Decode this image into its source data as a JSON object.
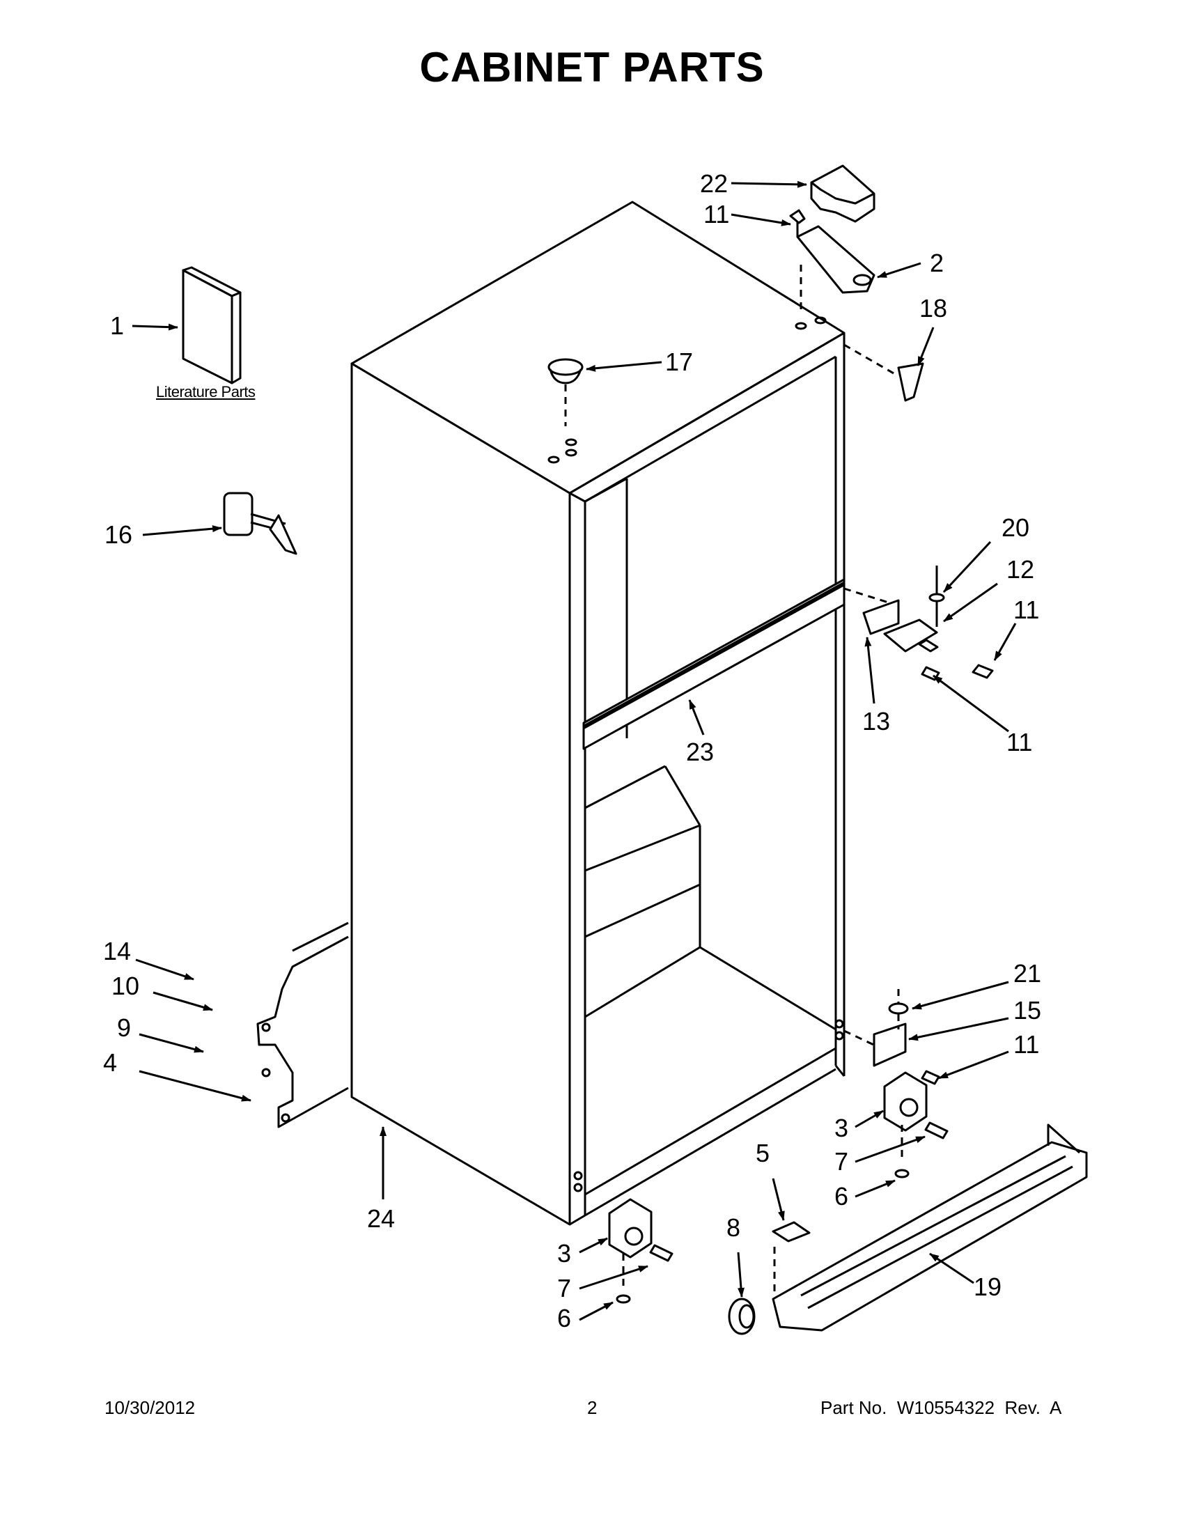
{
  "title": "CABINET PARTS",
  "literature_label": "Literature Parts",
  "footer": {
    "date": "10/30/2012",
    "page_number": "2",
    "part_number": "Part No.  W10554322  Rev.  A"
  },
  "callouts": [
    {
      "id": "c22",
      "label": "22"
    },
    {
      "id": "c11a",
      "label": "11"
    },
    {
      "id": "c2",
      "label": "2"
    },
    {
      "id": "c18",
      "label": "18"
    },
    {
      "id": "c1",
      "label": "1"
    },
    {
      "id": "c17",
      "label": "17"
    },
    {
      "id": "c16",
      "label": "16"
    },
    {
      "id": "c20",
      "label": "20"
    },
    {
      "id": "c12",
      "label": "12"
    },
    {
      "id": "c11b",
      "label": "11"
    },
    {
      "id": "c13",
      "label": "13"
    },
    {
      "id": "c11c",
      "label": "11"
    },
    {
      "id": "c23",
      "label": "23"
    },
    {
      "id": "c14",
      "label": "14"
    },
    {
      "id": "c10",
      "label": "10"
    },
    {
      "id": "c9",
      "label": "9"
    },
    {
      "id": "c4",
      "label": "4"
    },
    {
      "id": "c21",
      "label": "21"
    },
    {
      "id": "c15",
      "label": "15"
    },
    {
      "id": "c11d",
      "label": "11"
    },
    {
      "id": "c3a",
      "label": "3"
    },
    {
      "id": "c7a",
      "label": "7"
    },
    {
      "id": "c6a",
      "label": "6"
    },
    {
      "id": "c5",
      "label": "5"
    },
    {
      "id": "c24",
      "label": "24"
    },
    {
      "id": "c8",
      "label": "8"
    },
    {
      "id": "c19",
      "label": "19"
    },
    {
      "id": "c3b",
      "label": "3"
    },
    {
      "id": "c7b",
      "label": "7"
    },
    {
      "id": "c6b",
      "label": "6"
    }
  ]
}
